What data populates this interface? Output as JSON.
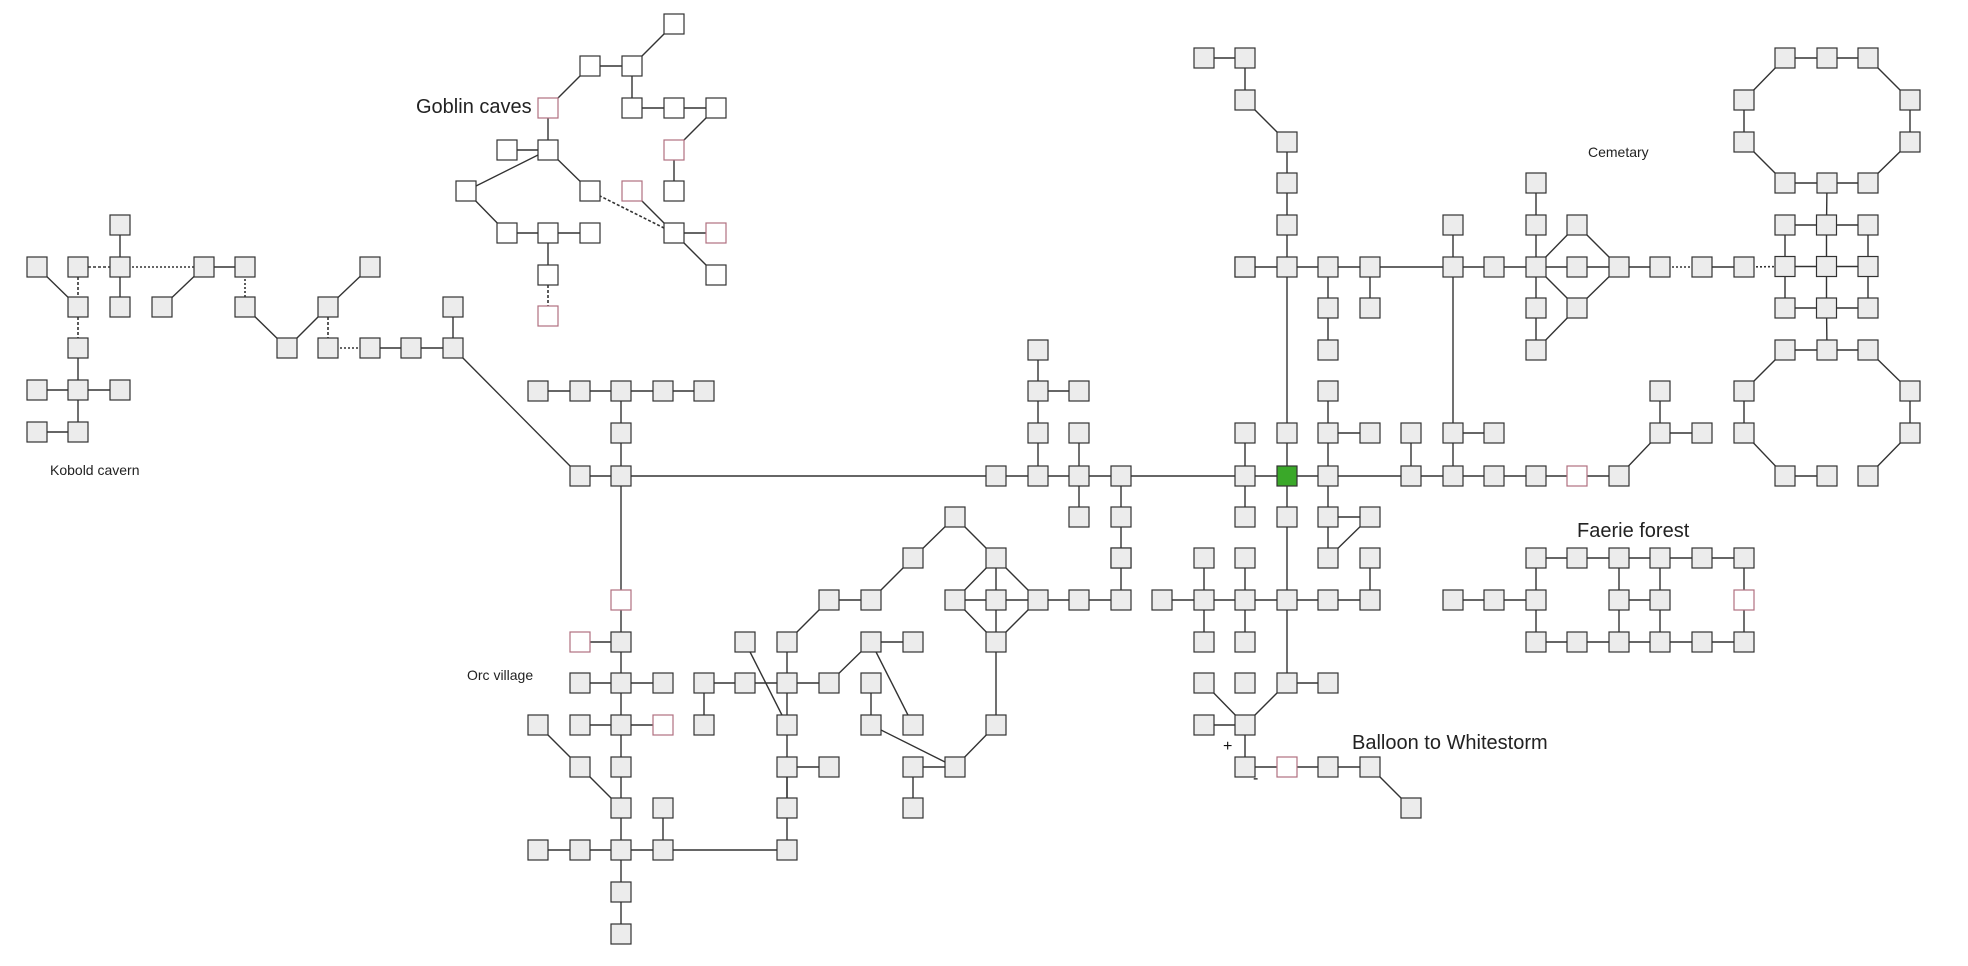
{
  "labels": {
    "goblin_caves": "Goblin caves",
    "kobold_cavern": "Kobold cavern",
    "orc_village": "Orc village",
    "cemetary": "Cemetary",
    "faerie_forest": "Faerie forest",
    "balloon": "Balloon to Whitestorm",
    "plus_marker": "+",
    "minus_marker": "-"
  },
  "colors": {
    "room_fill": "#ececec",
    "room_white": "#ffffff",
    "room_stroke": "#333333",
    "room_pink_stroke": "#b07080",
    "current_room": "#3aa829",
    "line": "#333333"
  },
  "map": {
    "current_room": "main-hub"
  }
}
